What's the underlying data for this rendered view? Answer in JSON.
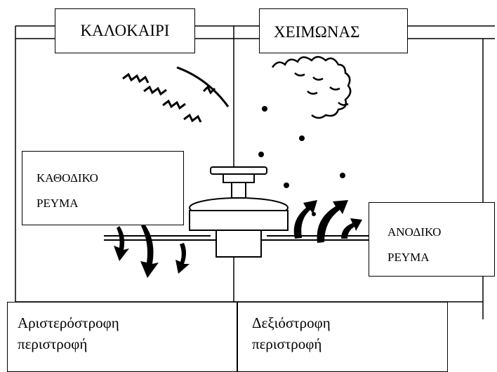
{
  "season_labels": {
    "summer": "ΚΑΛΟΚΑΙΡΙ",
    "winter": "ΧΕΙΜΩΝΑΣ"
  },
  "airflow_labels": {
    "downdraft": [
      "ΚΑΘΟΔΙΚΟ",
      "ΡΕΥΜΑ"
    ],
    "updraft": [
      "ΑΝΟΔΙΚΟ",
      "ΡΕΥΜΑ"
    ]
  },
  "rotation_labels": {
    "left_panel": [
      "Αριστερόστροφη",
      "περιστροφή"
    ],
    "right_panel": [
      "Δεξιόστροφη",
      "περιστροφή"
    ]
  },
  "icons": [
    "sun-icon",
    "cloud-icon",
    "snowflake-icon",
    "ceiling-fan-icon",
    "arrow-down-icon",
    "arrow-up-icon"
  ]
}
